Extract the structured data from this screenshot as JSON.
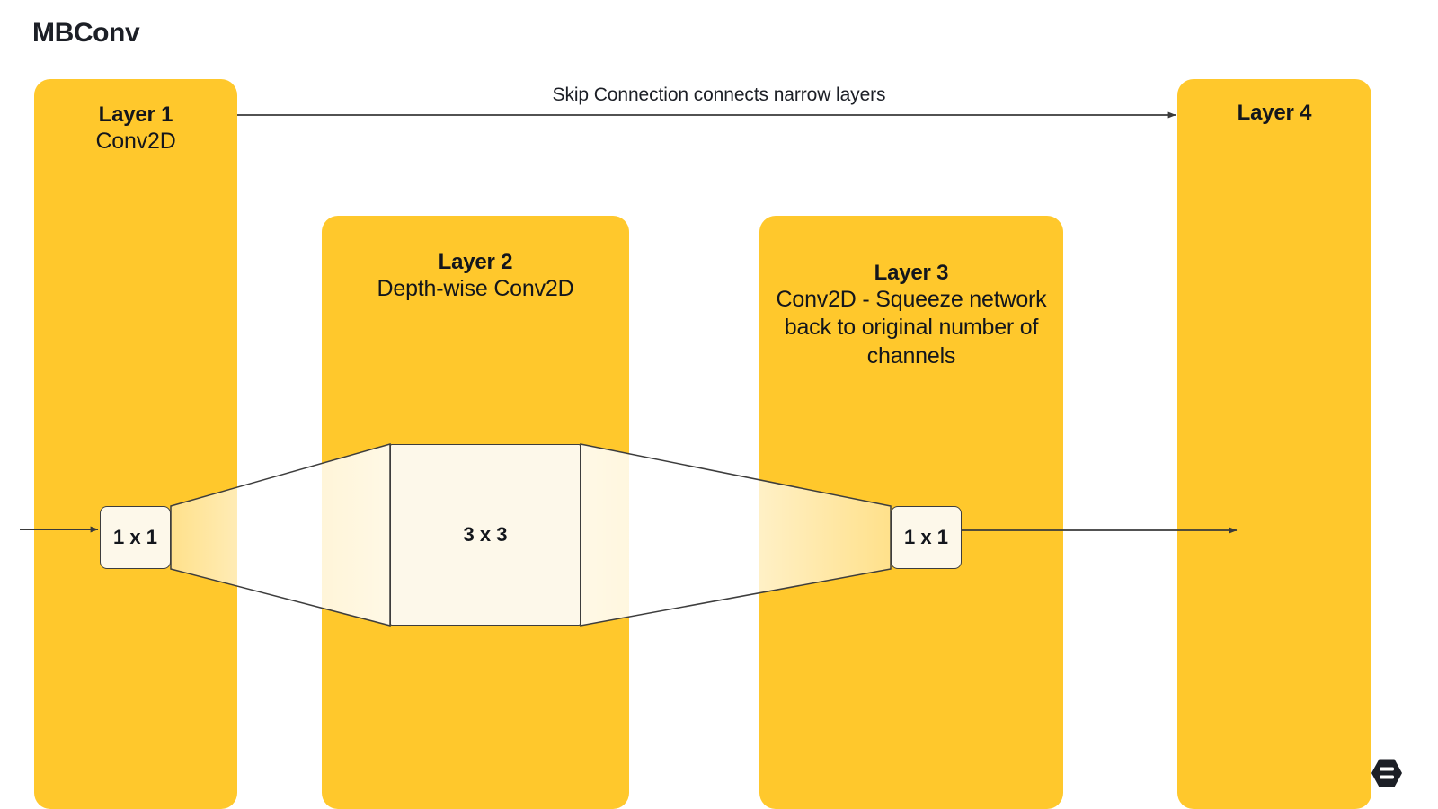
{
  "diagram": {
    "title": "MBConv",
    "skip_connection_label": "Skip Connection connects narrow layers",
    "accent_color": "#FFC82C",
    "kernel_fill_color": "#FDF8EA",
    "text_color": "#13161c",
    "layers": [
      {
        "id": "layer1",
        "title": "Layer 1",
        "subtitle": "Conv2D"
      },
      {
        "id": "layer2",
        "title": "Layer 2",
        "subtitle": "Depth-wise Conv2D"
      },
      {
        "id": "layer3",
        "title": "Layer 3",
        "subtitle": "Conv2D - Squeeze network back to original number of channels"
      },
      {
        "id": "layer4",
        "title": "Layer 4",
        "subtitle": ""
      }
    ],
    "kernels": [
      {
        "id": "k1x1-a",
        "label": "1 x 1"
      },
      {
        "id": "k3x3",
        "label": "3 x 3"
      },
      {
        "id": "k1x1-b",
        "label": "1 x 1"
      }
    ],
    "logo": {
      "name": "hexagon-logo"
    }
  }
}
